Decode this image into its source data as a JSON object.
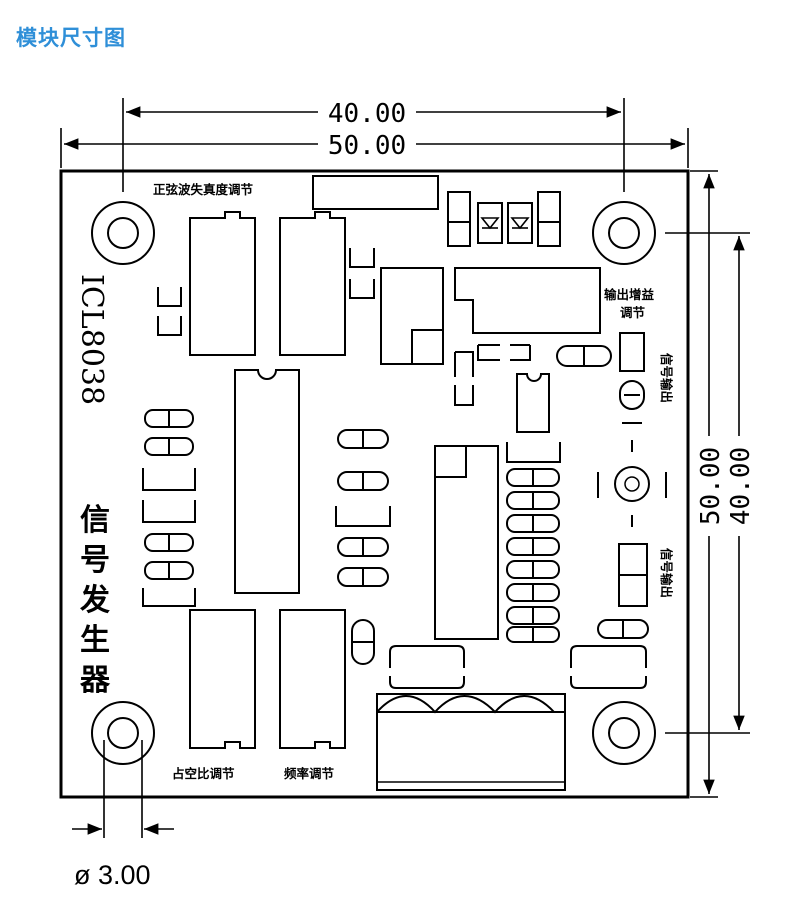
{
  "title": "模块尺寸图",
  "dimensions": {
    "hole_spacing_h": "40.00",
    "board_width": "50.00",
    "board_height": "50.00",
    "hole_spacing_v": "40.00",
    "hole_diameter": "ø 3.00"
  },
  "labels": {
    "sine_adjust": "正弦波失真度调节",
    "output_gain": [
      "输出增益",
      "调节"
    ],
    "chip": "ICL8038",
    "module_name": "信号发生器",
    "duty_adjust": "占空比调节",
    "freq_adjust": "频率调节",
    "signal_out": "信号输出"
  }
}
